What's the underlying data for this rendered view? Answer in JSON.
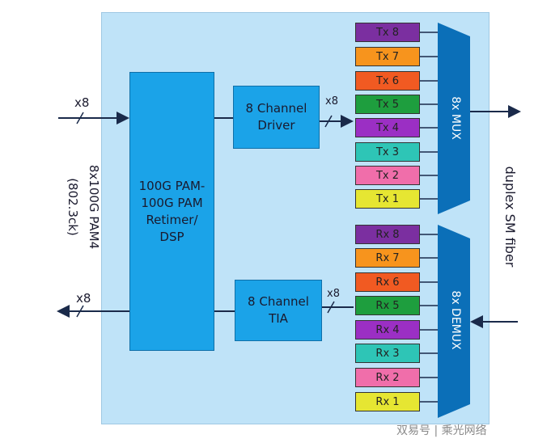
{
  "dsp": {
    "lines": "100G PAM-\n100G PAM\nRetimer/\nDSP"
  },
  "driver": {
    "lines": "8 Channel\nDriver"
  },
  "tia": {
    "lines": "8 Channel\nTIA"
  },
  "mux": {
    "label": "8x MUX"
  },
  "demux": {
    "label": "8x DEMUX"
  },
  "lanes": {
    "x8": "x8"
  },
  "electrical_side": {
    "line1": "8x100G PAM4",
    "line2": "(802.3ck)"
  },
  "optical_side": {
    "label": "duplex SM fiber"
  },
  "tx_channels": [
    {
      "label": "Tx 8",
      "color": "#7b2fa0"
    },
    {
      "label": "Tx 7",
      "color": "#f7941d"
    },
    {
      "label": "Tx 6",
      "color": "#f15a22"
    },
    {
      "label": "Tx 5",
      "color": "#1e9e3e"
    },
    {
      "label": "Tx 4",
      "color": "#9b2fc4"
    },
    {
      "label": "Tx 3",
      "color": "#2ec5b6"
    },
    {
      "label": "Tx 2",
      "color": "#f06eaa"
    },
    {
      "label": "Tx 1",
      "color": "#e6e632"
    }
  ],
  "rx_channels": [
    {
      "label": "Rx 8",
      "color": "#7b2fa0"
    },
    {
      "label": "Rx 7",
      "color": "#f7941d"
    },
    {
      "label": "Rx 6",
      "color": "#f15a22"
    },
    {
      "label": "Rx 5",
      "color": "#1e9e3e"
    },
    {
      "label": "Rx 4",
      "color": "#9b2fc4"
    },
    {
      "label": "Rx 3",
      "color": "#2ec5b6"
    },
    {
      "label": "Rx 2",
      "color": "#f06eaa"
    },
    {
      "label": "Rx 1",
      "color": "#e6e632"
    }
  ],
  "colors": {
    "panel": "#bfe3f8",
    "block": "#1ba3e8",
    "mux": "#0b6fb8"
  },
  "watermark": "双易号 | 乘光网络"
}
